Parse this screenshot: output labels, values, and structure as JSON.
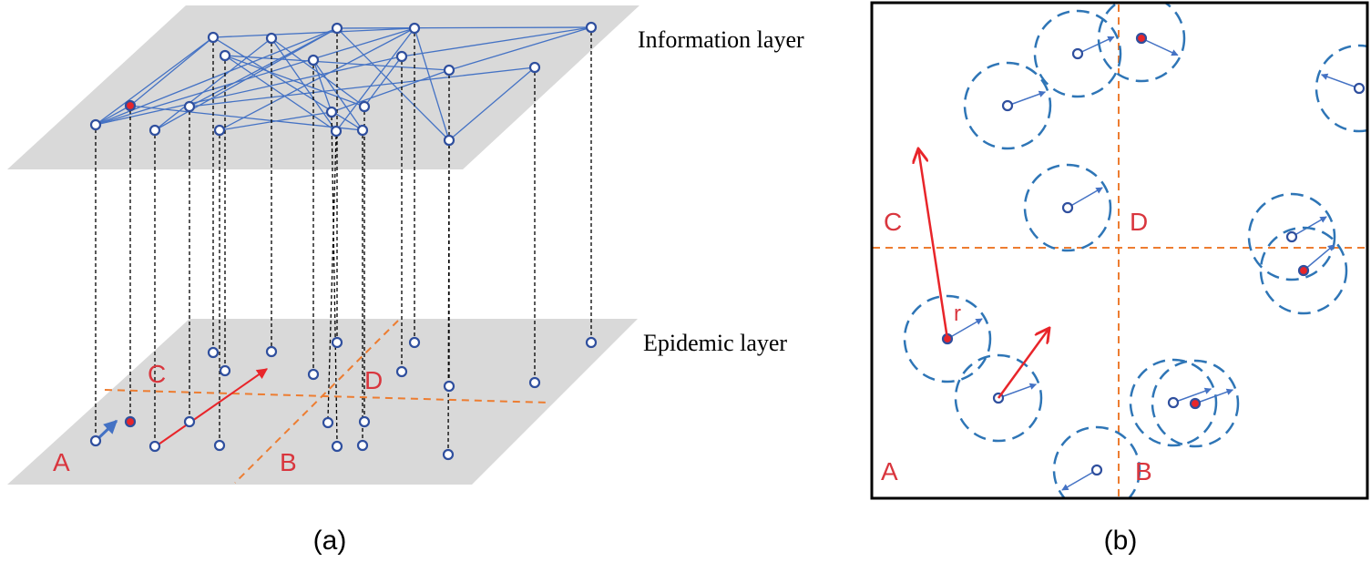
{
  "panel_a": {
    "caption": "(a)",
    "info_layer_label": "Information layer",
    "epi_layer_label": "Epidemic layer",
    "region_labels": {
      "A": "A",
      "B": "B",
      "C": "C",
      "D": "D"
    }
  },
  "panel_b": {
    "caption": "(b)",
    "region_labels": {
      "A": "A",
      "B": "B",
      "C": "C",
      "D": "D"
    },
    "radius_label": "r"
  },
  "colors": {
    "layer_fill": "#d9d9d9",
    "node_stroke": "#2f4f9e",
    "edge": "#4472c4",
    "dashed_line": "#000000",
    "orange_divider": "#ed7d31",
    "red_arrow": "#e8252a",
    "blue_arrow": "#4472c4",
    "infected_fill": "#e8252a",
    "region_text": "#d9363e",
    "circle_stroke": "#2e75b6"
  }
}
